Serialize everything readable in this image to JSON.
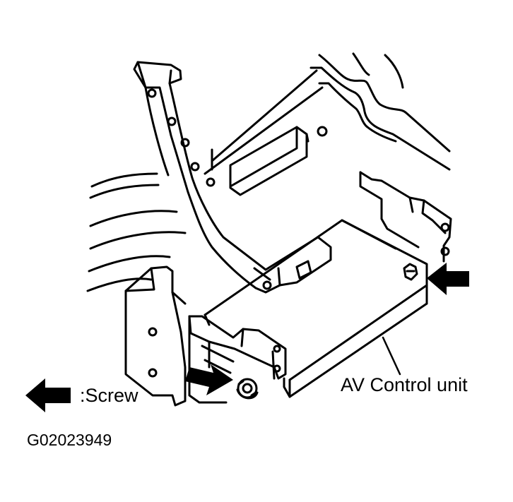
{
  "labels": {
    "component": "AV Control unit",
    "legend_screw": ":Screw",
    "figure_code": "G02023949"
  },
  "colors": {
    "ink": "#000000",
    "paper": "#ffffff"
  },
  "icons": {
    "legend_arrow": "left-arrow-icon",
    "callout_arrows": "arrow-icon"
  }
}
